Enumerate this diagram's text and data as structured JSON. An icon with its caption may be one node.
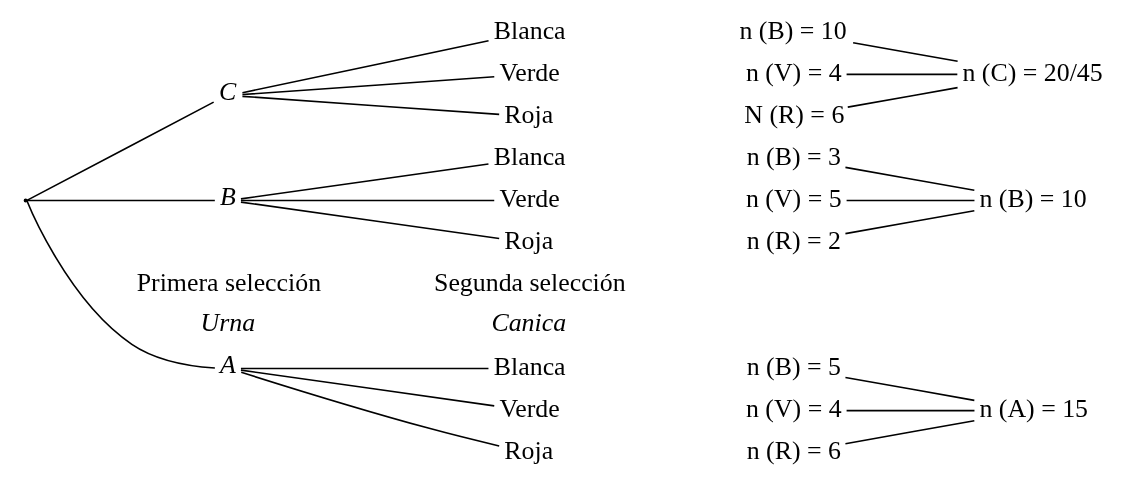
{
  "diagram": {
    "nodes": [
      {
        "text": [],
        "shape": "point"
      },
      {
        "text": [
          "A"
        ]
      },
      {
        "text": [
          "Roja"
        ]
      },
      {
        "text": [
          "Blanca"
        ]
      },
      {
        "text": [
          "Verde"
        ]
      },
      {
        "text": [
          "n (R) = 6"
        ]
      },
      {
        "text": [
          "n (B) = 5"
        ]
      },
      {
        "text": [
          "n (V) = 4"
        ]
      },
      {
        "text": [
          "n (A) = 15"
        ]
      },
      {
        "text": [
          "B"
        ]
      },
      {
        "text": [
          "Roja"
        ]
      },
      {
        "text": [
          "Blanca"
        ]
      },
      {
        "text": [
          "Verde"
        ]
      },
      {
        "text": [
          "n (R) = 2"
        ]
      },
      {
        "text": [
          "n (B) = 3"
        ]
      },
      {
        "text": [
          "n (V) = 5"
        ]
      },
      {
        "text": [
          "n (B) = 10"
        ]
      },
      {
        "text": [
          "C"
        ]
      },
      {
        "text": [
          "Roja"
        ]
      },
      {
        "text": [
          "Blanca"
        ]
      },
      {
        "text": [
          "Verde"
        ]
      },
      {
        "text": [
          "N (R) = 6"
        ]
      },
      {
        "text": [
          "n (B) = 10"
        ]
      },
      {
        "text": [
          "n (V) = 4"
        ]
      },
      {
        "text": [
          "n (C) = 20/45"
        ]
      }
    ],
    "edges": [
      {
        "from": 0,
        "to": 1,
        "arrow": "none"
      },
      {
        "from": 0,
        "to": 9,
        "arrow": "none"
      },
      {
        "from": 0,
        "to": 17,
        "arrow": "none"
      },
      {
        "from": 1,
        "to": 2,
        "arrow": "none"
      },
      {
        "from": 1,
        "to": 3,
        "arrow": "none"
      },
      {
        "from": 1,
        "to": 4,
        "arrow": "none"
      },
      {
        "from": 5,
        "to": 8,
        "arrow": "none"
      },
      {
        "from": 6,
        "to": 8,
        "arrow": "none"
      },
      {
        "from": 7,
        "to": 8,
        "arrow": "none"
      },
      {
        "from": 9,
        "to": 10,
        "arrow": "none"
      },
      {
        "from": 9,
        "to": 11,
        "arrow": "none"
      },
      {
        "from": 9,
        "to": 12,
        "arrow": "none"
      },
      {
        "from": 13,
        "to": 16,
        "arrow": "none"
      },
      {
        "from": 14,
        "to": 16,
        "arrow": "none"
      },
      {
        "from": 15,
        "to": 16,
        "arrow": "none"
      },
      {
        "from": 17,
        "to": 18,
        "arrow": "none"
      },
      {
        "from": 17,
        "to": 19,
        "arrow": "none"
      },
      {
        "from": 17,
        "to": 20,
        "arrow": "none"
      },
      {
        "from": 21,
        "to": 24,
        "arrow": "none"
      },
      {
        "from": 22,
        "to": 24,
        "arrow": "none"
      },
      {
        "from": 23,
        "to": 24,
        "arrow": "none"
      }
    ],
    "labels": [
      "Primera selección",
      "Segunda selección",
      "Urna",
      "Canica"
    ]
  }
}
